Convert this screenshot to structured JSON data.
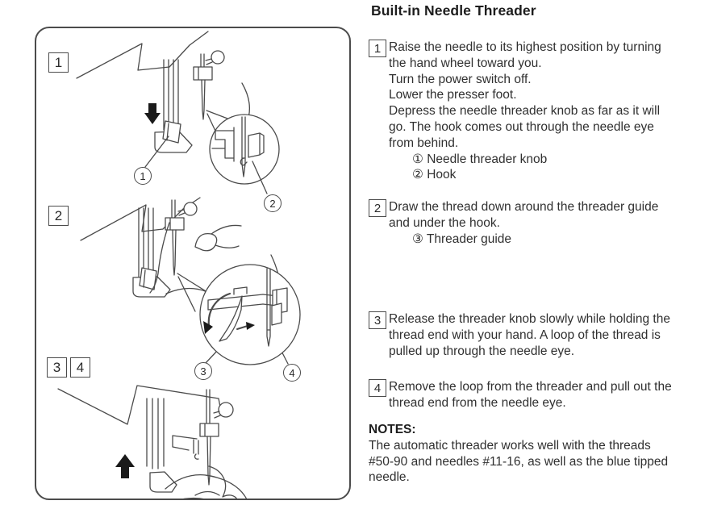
{
  "title": "Built-in Needle Threader",
  "figure": {
    "callouts": [
      "1",
      "2",
      "3",
      "4"
    ]
  },
  "steps": [
    {
      "num": "1",
      "lines": [
        "Raise the needle to its highest position by turning",
        "the hand wheel toward you.",
        "Turn the power switch off.",
        "Lower the presser foot.",
        "Depress the needle threader knob as far as it will",
        "go. The hook comes out through the needle eye",
        "from behind."
      ],
      "legend": [
        "① Needle threader knob",
        "② Hook"
      ]
    },
    {
      "num": "2",
      "lines": [
        "Draw the thread down around the threader guide",
        "and under the hook."
      ],
      "legend": [
        "③ Threader guide"
      ]
    },
    {
      "num": "3",
      "lines": [
        "Release the threader knob slowly while holding the",
        "thread end with your hand. A loop of the thread is",
        "pulled up through the needle eye."
      ],
      "legend": []
    },
    {
      "num": "4",
      "lines": [
        "Remove the loop from the threader and pull out the",
        "thread end from the needle eye."
      ],
      "legend": []
    }
  ],
  "notes": {
    "heading": "NOTES:",
    "lines": [
      "The automatic threader works well with the threads",
      "#50-90 and needles #11-16, as well as the blue tipped",
      "needle."
    ]
  }
}
